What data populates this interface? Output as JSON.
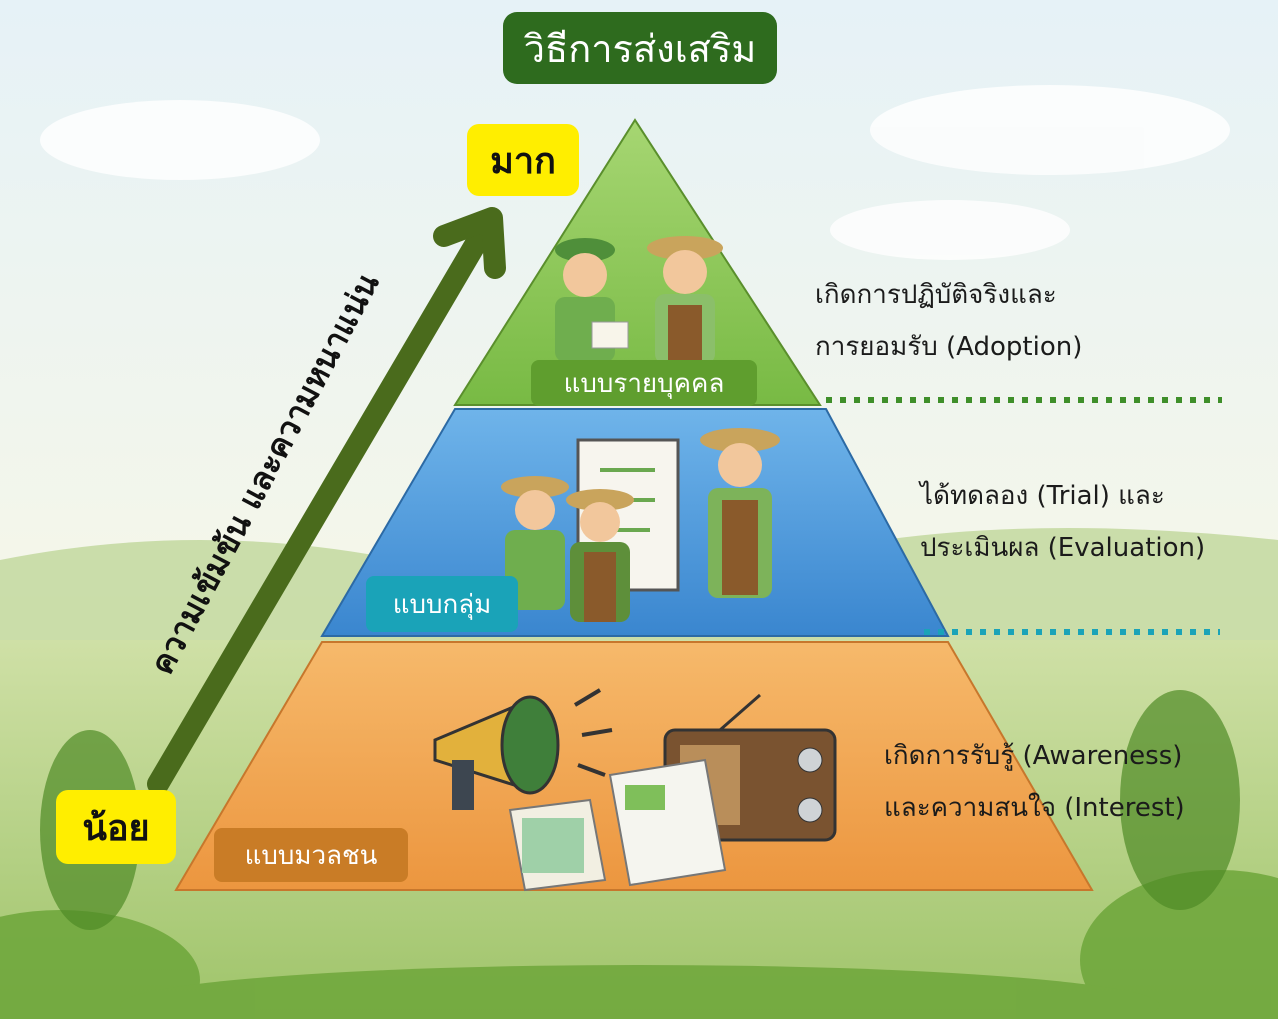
{
  "title": "วิธีการส่งเสริม",
  "axis": {
    "high_label": "มาก",
    "low_label": "น้อย",
    "arrow_label": "ความเข้มข้น และความหนาแน่น"
  },
  "tiers": [
    {
      "label": "แบบรายบุคคล",
      "color": "#7cbf45",
      "description": [
        "เกิดการปฏิบัติจริงและ",
        "การยอมรับ (Adoption)"
      ]
    },
    {
      "label": "แบบกลุ่ม",
      "color": "#3d8fd6",
      "description": [
        "ได้ทดลอง (Trial) และ",
        "ประเมินผล (Evaluation)"
      ]
    },
    {
      "label": "แบบมวลชน",
      "color": "#f0a04a",
      "description": [
        "เกิดการรับรู้ (Awareness)",
        "และความสนใจ (Interest)"
      ]
    }
  ],
  "colors": {
    "title_bg": "#2e6b1e",
    "tag_bg": "#ffee00",
    "arrow": "#4a6b1c",
    "green_dots": "#3f8f2a",
    "teal_dots": "#1aa3b8"
  }
}
